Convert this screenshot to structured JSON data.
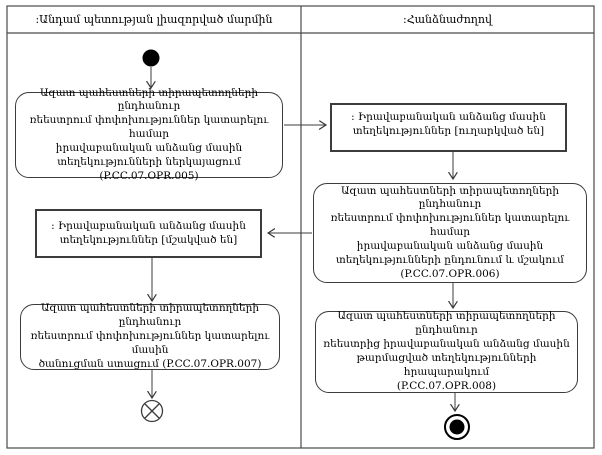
{
  "diagram": {
    "type": "uml-activity-diagram",
    "lanes": [
      {
        "title": ":Անդամ պետության լիազորված մարմին"
      },
      {
        "title": ":Հանձնաժողով"
      }
    ],
    "nodes": {
      "opr005": {
        "kind": "activity",
        "text": "Ազատ պահեստների տիրապետողների ընդհանուր\nռեեստրում փոփոխություններ կատարելու համար\nիրավաբանական անձանց մասին\nտեղեկությունների ներկայացում (P.CC.07.OPR.005)"
      },
      "obj_sent": {
        "kind": "object-node",
        "text": ": Իրավաբանական անձանց մասին\nտեղեկություններ [ուղարկված են]"
      },
      "opr006": {
        "kind": "activity",
        "text": "Ազատ պահեստների տիրապետողների ընդհանուր\nռեեստրում փոփոխություններ կատարելու համար\nիրավաբանական անձանց մասին\nտեղեկությունների ընդունում և մշակում\n(P.CC.07.OPR.006)"
      },
      "obj_processed": {
        "kind": "object-node",
        "text": ": Իրավաբանական անձանց մասին\nտեղեկություններ [մշակված են]"
      },
      "opr007": {
        "kind": "activity",
        "text": "Ազատ պահեստների տիրապետողների ընդհանուր\nռեեստրում փոփոխություններ կատարելու մասին\nծանուցման ստացում (P.CC.07.OPR.007)"
      },
      "opr008": {
        "kind": "activity",
        "text": "Ազատ պահեստների տիրապետողների ընդհանուր\nռեեստրից իրավաբանական անձանց մասին\nթարմացված տեղեկությունների հրապարակում\n(P.CC.07.OPR.008)"
      }
    },
    "terminals": {
      "start": "initial-node-filled-circle",
      "flow_final": "flow-final-circle-x",
      "activity_final": "activity-final-bullseye"
    },
    "colors": {
      "line": "#3c3c3c",
      "text": "#000000",
      "background": "#ffffff",
      "faded_dash": "#c3c3c3"
    }
  }
}
